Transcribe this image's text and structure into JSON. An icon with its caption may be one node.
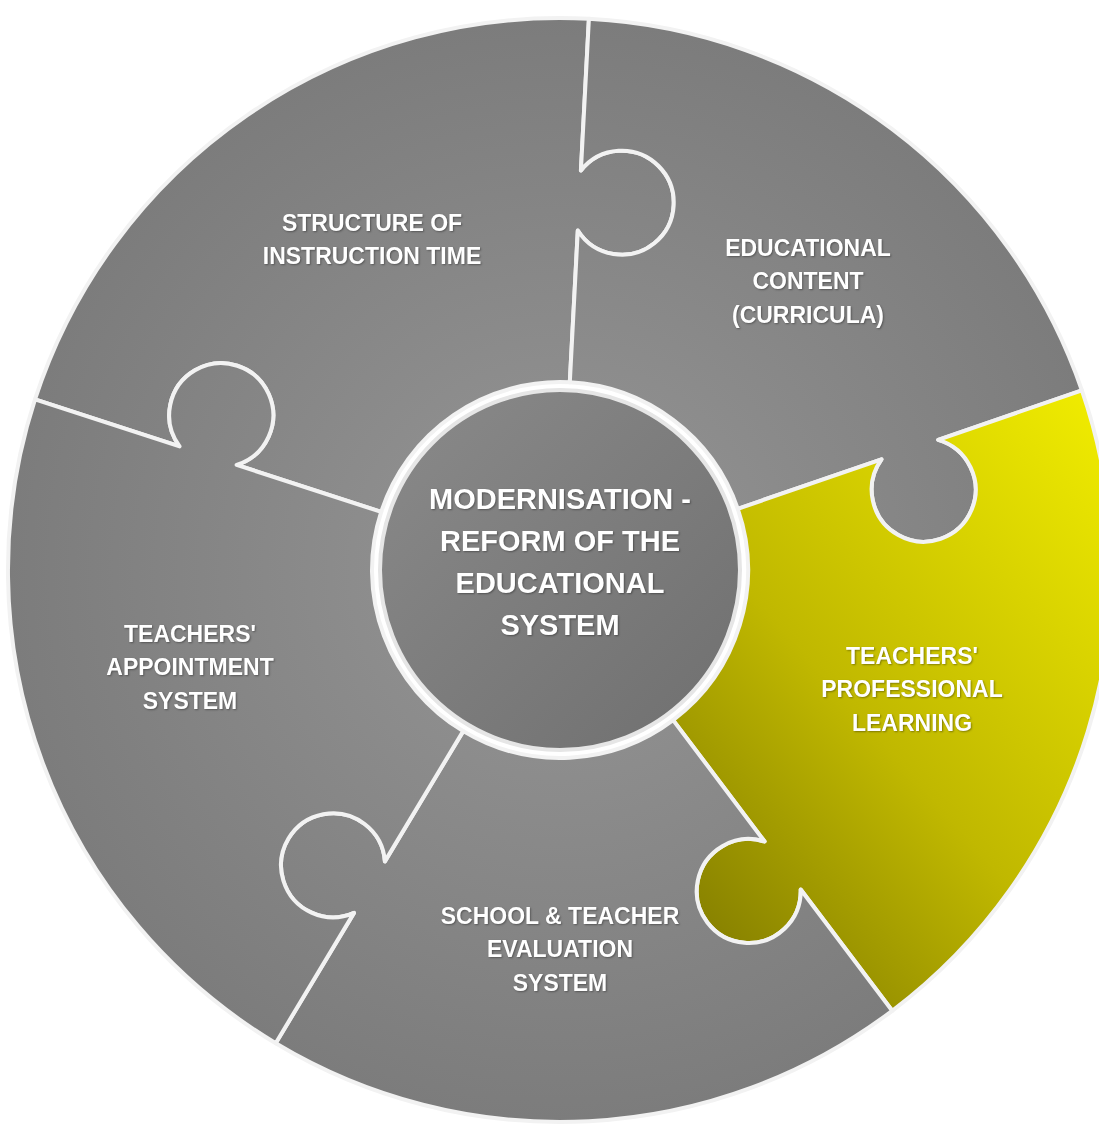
{
  "diagram": {
    "nodes": [
      {
        "text": [
          "MODERNISATION - REFORM OF THE EDUCATIONAL SYSTEM"
        ]
      },
      {
        "text": [
          "STRUCTURE OF INSTRUCTION TIME"
        ]
      },
      {
        "text": [
          "EDUCATIONAL CONTENT (CURRICULA)"
        ]
      },
      {
        "text": [
          "TEACHERS' PROFESSIONAL LEARNING"
        ]
      },
      {
        "text": [
          "SCHOOL & TEACHER EVALUATION SYSTEM"
        ]
      },
      {
        "text": [
          "TEACHERS' APPOINTMENT SYSTEM"
        ]
      }
    ]
  }
}
